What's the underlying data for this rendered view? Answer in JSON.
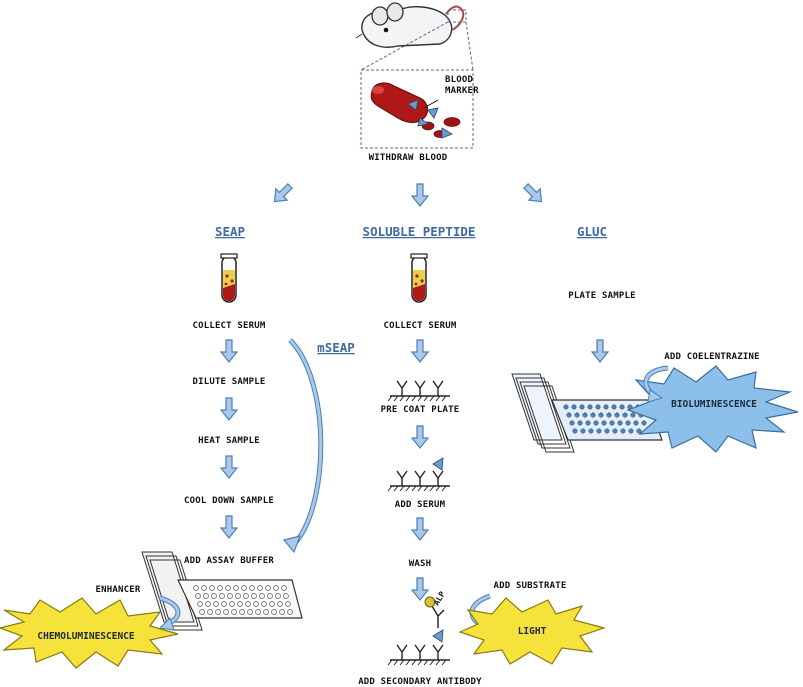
{
  "top": {
    "withdraw_blood": "WITHDRAW BLOOD",
    "blood_marker_line1": "BLOOD",
    "blood_marker_line2": "MARKER"
  },
  "columns": {
    "seap": {
      "title": "SEAP",
      "steps": [
        "COLLECT SERUM",
        "DILUTE SAMPLE",
        "HEAT SAMPLE",
        "COOL DOWN SAMPLE",
        "ADD ASSAY BUFFER"
      ],
      "enhancer": "ENHANCER",
      "readout": "CHEMOLUMINESCENCE",
      "shortcut": "mSEAP"
    },
    "peptide": {
      "title": "SOLUBLE PEPTIDE",
      "steps": [
        "COLLECT SERUM",
        "PRE COAT PLATE",
        "ADD SERUM",
        "WASH",
        "ADD SECONDARY ANTIBODY"
      ],
      "add_substrate": "ADD SUBSTRATE",
      "readout": "LIGHT",
      "enzyme": "ALP"
    },
    "gluc": {
      "title": "GLUC",
      "step": "PLATE SAMPLE",
      "reagent": "ADD COELENTRAZINE",
      "readout": "BIOLUMINESCENCE"
    }
  },
  "colors": {
    "arrow": "#8fb4dc",
    "arrow_stroke": "#4d7fb5",
    "blood": "#b01818",
    "serum": "#e8d24a",
    "yellow_burst": "#f5e23a",
    "blue_burst": "#8cc0ea",
    "heading": "#3f6aa0"
  }
}
